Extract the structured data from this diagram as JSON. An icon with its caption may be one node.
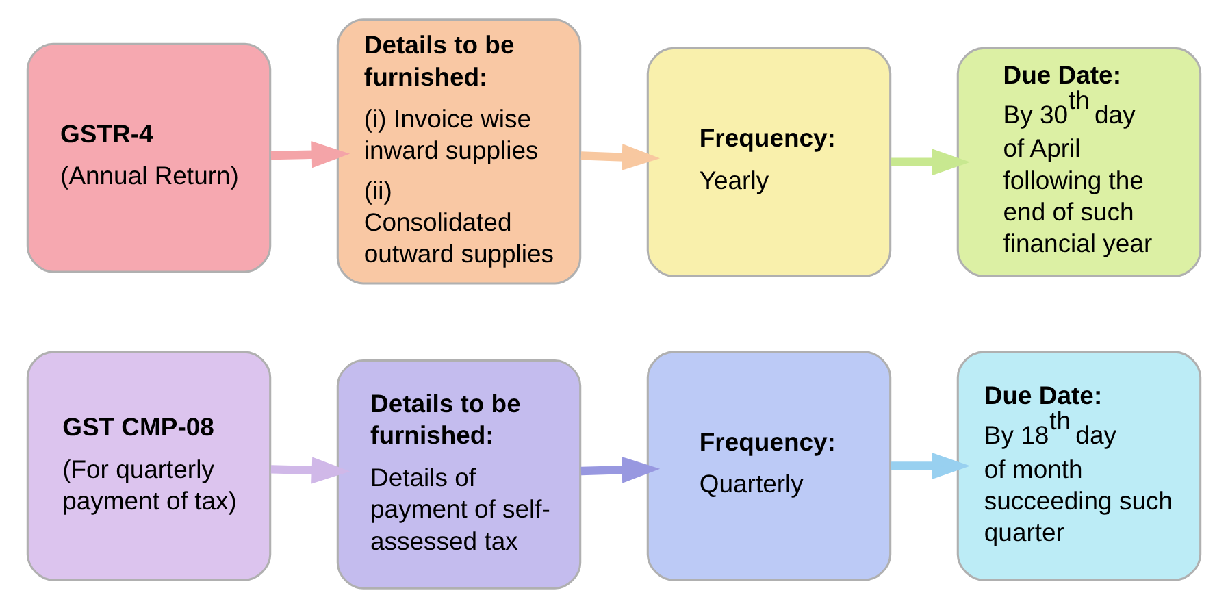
{
  "diagram": {
    "nodes": [
      {
        "text": [
          "GSTR-4",
          "(Annual Return)"
        ]
      },
      {
        "text": [
          "Details to be furnished:",
          "(i) Invoice wise inward supplies",
          "(ii) Consolidated outward supplies"
        ]
      },
      {
        "text": [
          "Frequency:",
          "Yearly"
        ]
      },
      {
        "text": [
          "Due Date:",
          "By 30$^{th}$ day of April following the end of such financial year"
        ]
      },
      {
        "text": [
          "GST CMP-08",
          "(For quarterly payment of tax)"
        ]
      },
      {
        "text": [
          "Details to be furnished:",
          "Details of payment of self-assessed tax"
        ]
      },
      {
        "text": [
          "Frequency:",
          "Quarterly"
        ]
      },
      {
        "text": [
          "Due Date:",
          "By 18$^{th}$ day of month succeeding such quarter"
        ]
      }
    ],
    "edges": [
      {
        "from": 0,
        "to": 1,
        "arrow": "to",
        "color": "#f4a4a8"
      },
      {
        "from": 1,
        "to": 2,
        "arrow": "to",
        "color": "#f8c8a0"
      },
      {
        "from": 2,
        "to": 3,
        "arrow": "to",
        "color": "#c8e890"
      },
      {
        "from": 4,
        "to": 5,
        "arrow": "to",
        "color": "#d0b8e8"
      },
      {
        "from": 5,
        "to": 6,
        "arrow": "to",
        "color": "#9898e0"
      },
      {
        "from": 6,
        "to": 7,
        "arrow": "to",
        "color": "#98d0f0"
      }
    ]
  }
}
